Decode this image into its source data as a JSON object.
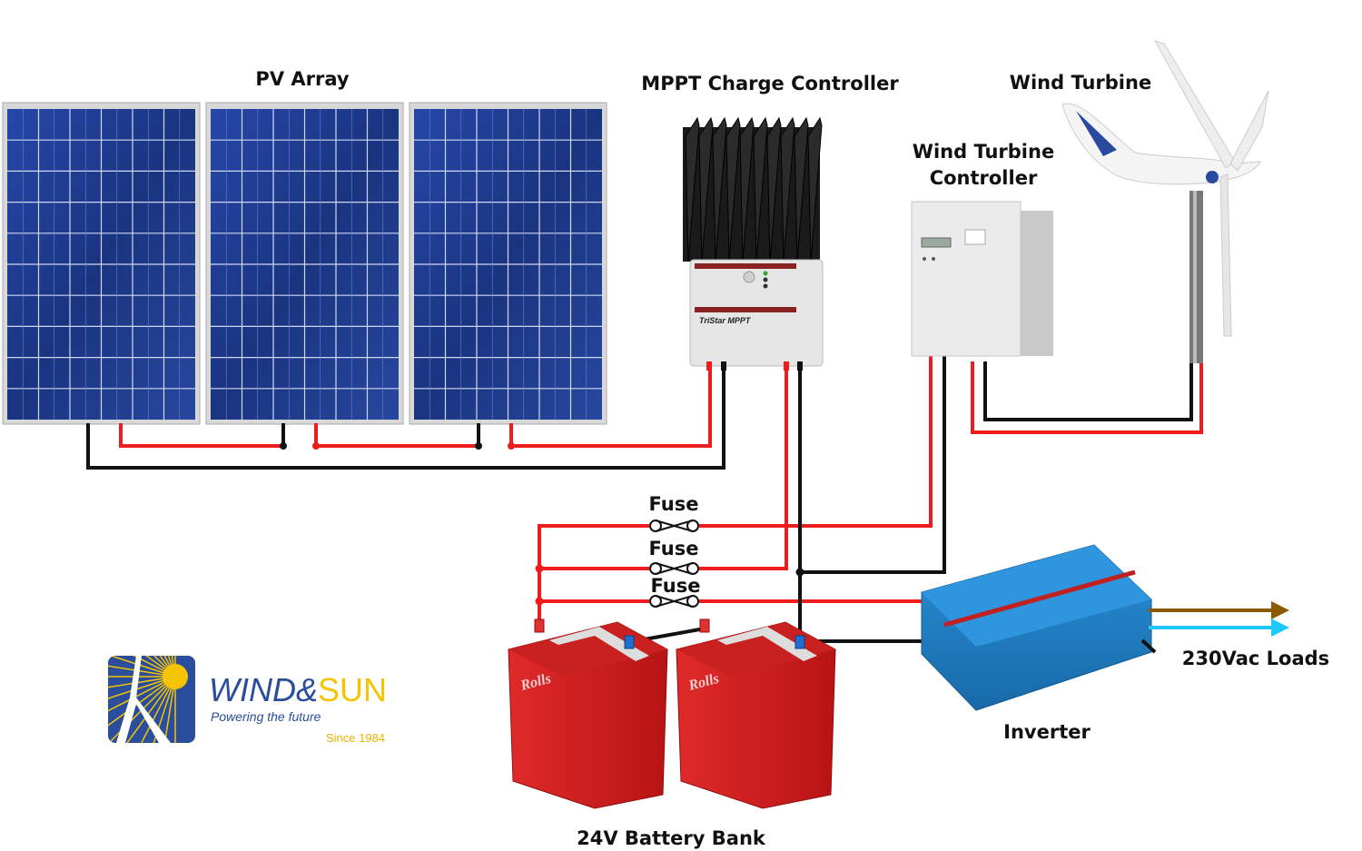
{
  "labels": {
    "pv_array": "PV Array",
    "mppt_controller": "MPPT Charge Controller",
    "wind_turbine": "Wind Turbine",
    "wind_controller_line1": "Wind Turbine",
    "wind_controller_line2": "Controller",
    "fuse_1": "Fuse",
    "fuse_2": "Fuse",
    "fuse_3": "Fuse",
    "loads": "230Vac Loads",
    "inverter": "Inverter",
    "battery_bank": "24V Battery Bank"
  },
  "devices": {
    "controller_brand": "TriStar MPPT",
    "battery_brand": "Rolls"
  },
  "logo": {
    "name_part1": "WIND&",
    "name_part2": "SUN",
    "tagline": "Powering the future",
    "since": "Since 1984"
  },
  "colors": {
    "positive_wire": "#ee1c1c",
    "negative_wire": "#111111",
    "ac_live": "#8b5a00",
    "ac_neutral": "#1ec8ff",
    "panel_blue": "#1c3a8c",
    "battery_red": "#d61e1e",
    "inverter_blue": "#1f7fc4",
    "logo_blue": "#2a4d9c",
    "logo_yellow": "#f5c400"
  }
}
